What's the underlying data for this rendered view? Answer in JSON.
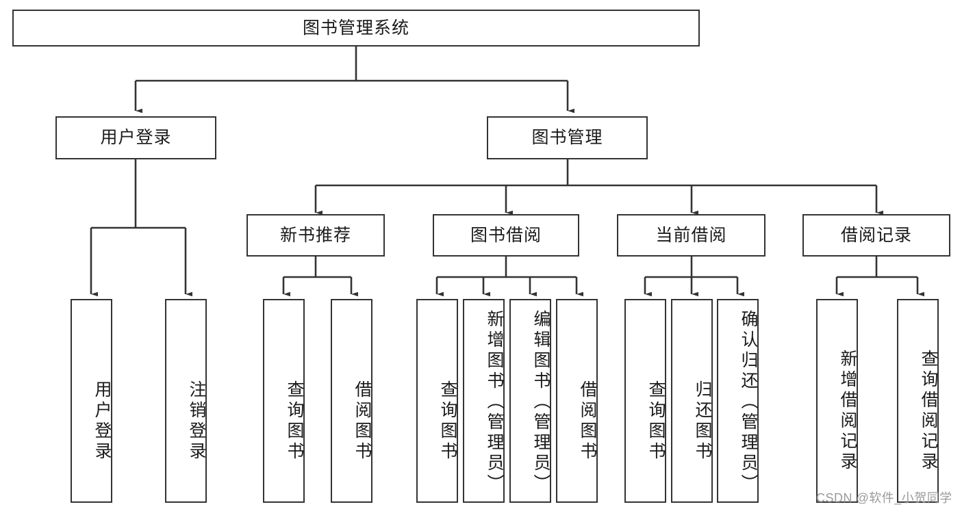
{
  "diagram": {
    "title": "图书管理系统",
    "type": "hierarchy-tree",
    "root": {
      "label": "图书管理系统"
    },
    "level2": [
      {
        "label": "用户登录"
      },
      {
        "label": "图书管理"
      }
    ],
    "level3": [
      {
        "label": "新书推荐"
      },
      {
        "label": "图书借阅"
      },
      {
        "label": "当前借阅"
      },
      {
        "label": "借阅记录"
      }
    ],
    "leaves": {
      "user_login": [
        {
          "label": "用户登录"
        },
        {
          "label": "注销登录"
        }
      ],
      "new_book_recommend": [
        {
          "label": "查询图书"
        },
        {
          "label": "借阅图书"
        }
      ],
      "book_borrow": [
        {
          "label": "查询图书"
        },
        {
          "label": "新增图书（管理员）"
        },
        {
          "label": "编辑图书（管理员）"
        },
        {
          "label": "借阅图书"
        }
      ],
      "current_borrow": [
        {
          "label": "查询图书"
        },
        {
          "label": "归还图书"
        },
        {
          "label": "确认归还（管理员）"
        }
      ],
      "borrow_record": [
        {
          "label": "新增借阅记录"
        },
        {
          "label": "查询借阅记录"
        }
      ]
    }
  },
  "watermark": {
    "text": "CSDN @软件_小贺同学"
  },
  "colors": {
    "border": "#333333",
    "background": "#ffffff",
    "text": "#1a1a1a",
    "edge": "#333333",
    "watermark": "#9a9a9a"
  }
}
